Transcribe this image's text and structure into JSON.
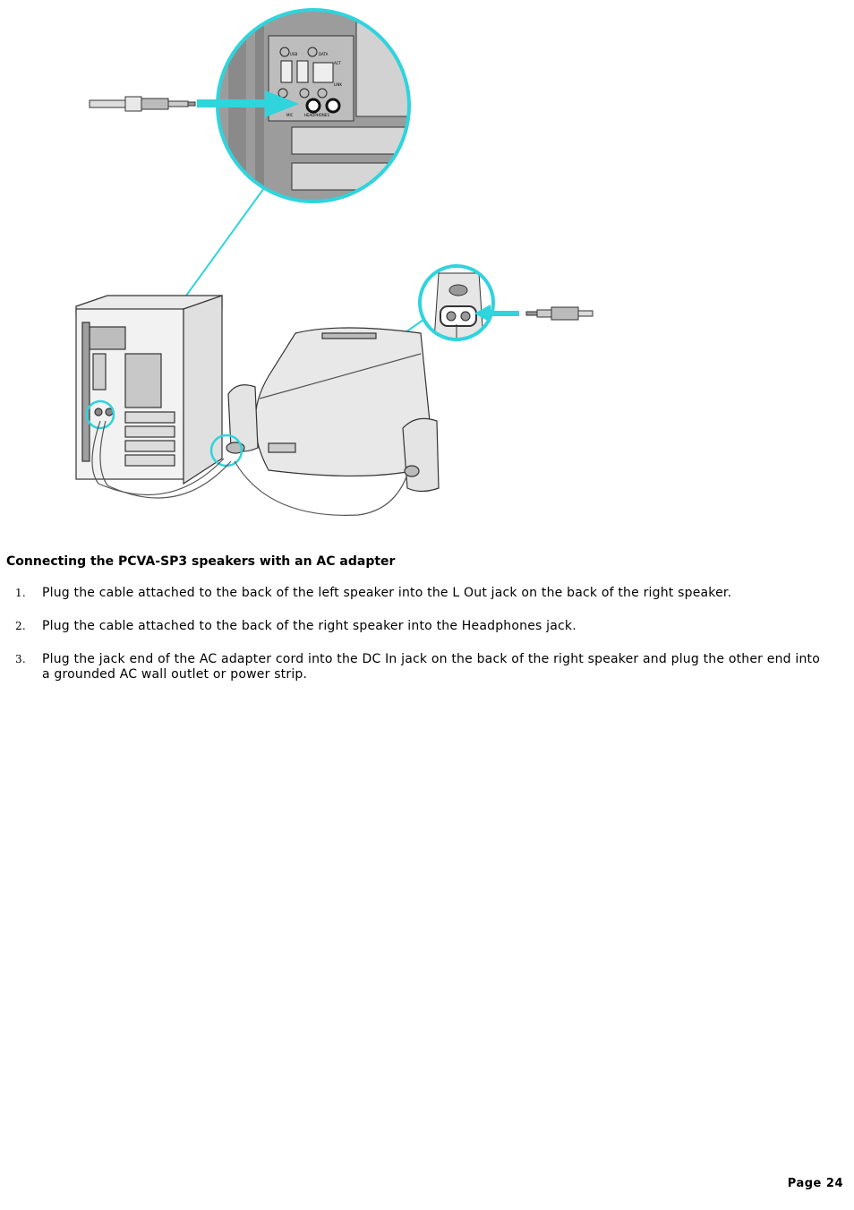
{
  "figure": {
    "port_labels": [
      "USB",
      "DATA",
      "ACT",
      "LINK",
      "MIC",
      "HEADPHONES"
    ]
  },
  "section": {
    "heading": "Connecting the PCVA-SP3 speakers with an AC adapter",
    "steps": [
      {
        "number": "1.",
        "text": "Plug the cable attached to the back of the left speaker into the L Out jack on the back of the right speaker."
      },
      {
        "number": "2.",
        "text": "Plug the cable attached to the back of the right speaker into the Headphones jack."
      },
      {
        "number": "3.",
        "text": "Plug the jack end of the AC adapter cord into the DC In jack on the back of the right speaker and plug the other end into a grounded AC wall outlet or power strip."
      }
    ]
  },
  "footer": {
    "page_label": "Page 24"
  },
  "colors": {
    "callout": "#2fd4dc",
    "line_art": "#3a3a3a"
  }
}
